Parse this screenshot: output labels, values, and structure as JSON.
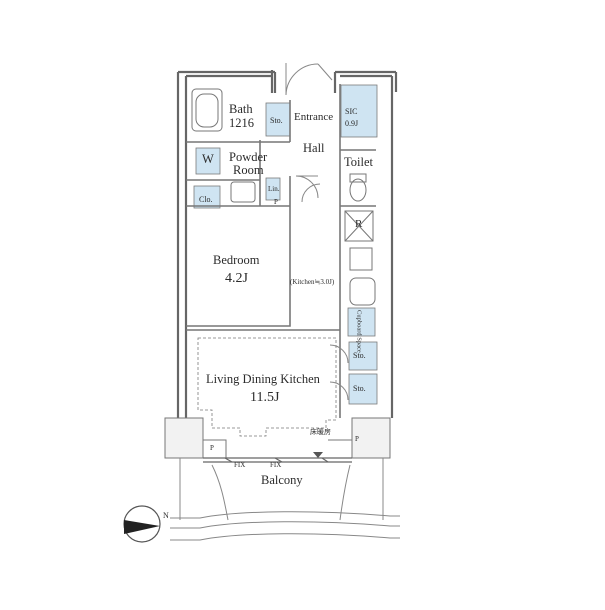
{
  "colors": {
    "wall": "#666666",
    "storage": "#cfe4f2",
    "line": "#888888",
    "dashed": "#7a7a7a"
  },
  "rooms": {
    "bath": {
      "name": "Bath",
      "size": "1216"
    },
    "sto_bath": "Sto.",
    "entrance": "Entrance",
    "sic": {
      "name": "SIC",
      "size": "0.9J"
    },
    "hall": "Hall",
    "toilet": "Toilet",
    "w": "W",
    "powder_room": {
      "line1": "Powder",
      "line2": "Room"
    },
    "lin": "Lin.",
    "clo": "Clo.",
    "p_small": "P",
    "r": "R",
    "bedroom": {
      "name": "Bedroom",
      "size": "4.2J"
    },
    "kitchen_note": "(Kitchen≒3.0J)",
    "cupboard_space": "Cupboard Space",
    "sto_upper": "Sto.",
    "sto_lower": "Sto.",
    "ldk": {
      "name": "Living Dining Kitchen",
      "size": "11.5J"
    },
    "floor_heating": "床暖房",
    "p_left": "P",
    "p_right": "P",
    "fix_left": "FIX",
    "fix_right": "FIX",
    "balcony": "Balcony",
    "north": "N"
  }
}
